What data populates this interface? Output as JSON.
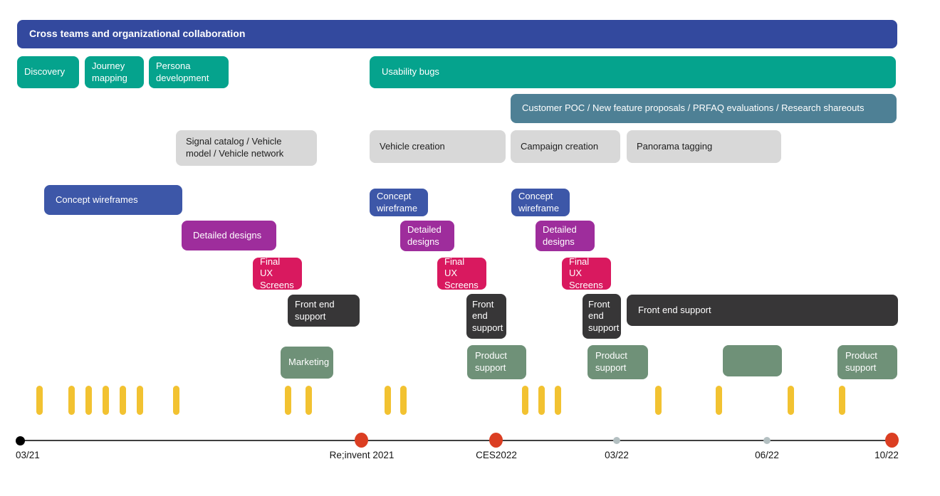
{
  "colors": {
    "header_blue": "#33499E",
    "teal_green": "#05A38D",
    "slate_blue": "#4E8095",
    "light_gray": "#D8D8D8",
    "wireframe_blue": "#3D57A8",
    "design_purple": "#9E2D9C",
    "ux_pink": "#D9195F",
    "support_dark": "#373637",
    "support_sage": "#6F9178",
    "tick_yellow": "#F2C231",
    "milestone_red": "#DB3E22",
    "milestone_gray": "#B3BFC1",
    "milestone_black": "#000000",
    "timeline_line": "#3F3F3F",
    "text_light": "#FFFFFF",
    "text_dark": "#1E1E1E"
  },
  "header": {
    "label": "Cross teams and organizational collaboration"
  },
  "phases": {
    "research": {
      "discovery": "Discovery",
      "journey_mapping": "Journey mapping",
      "persona_development": "Persona development",
      "usability_bugs": "Usability bugs"
    },
    "collaboration": {
      "customer_poc": "Customer POC / New feature proposals / PRFAQ evaluations / Research shareouts"
    },
    "features": {
      "signal_catalog": "Signal catalog / Vehicle model / Vehicle network",
      "vehicle_creation": "Vehicle creation",
      "campaign_creation": "Campaign creation",
      "panorama_tagging": "Panorama tagging"
    },
    "wireframes": [
      "Concept wireframes",
      "Concept wireframe",
      "Concept wireframe"
    ],
    "designs": [
      "Detailed designs",
      "Detailed designs",
      "Detailed designs"
    ],
    "ux_screens": [
      "Final UX Screens",
      "Final UX Screens",
      "Final UX Screens"
    ],
    "front_end": [
      "Front end support",
      "Front end support",
      "Front end support",
      "Front end support"
    ],
    "go_to_market": [
      "Marketing",
      "Product support",
      "Product support",
      "",
      "Product support"
    ]
  },
  "timeline": {
    "milestones": [
      {
        "label": "03/21",
        "type": "start"
      },
      {
        "label": "Re;invent 2021",
        "type": "major"
      },
      {
        "label": "CES2022",
        "type": "major"
      },
      {
        "label": "03/22",
        "type": "minor"
      },
      {
        "label": "06/22",
        "type": "minor"
      },
      {
        "label": "10/22",
        "type": "major"
      }
    ],
    "activity_tick_count": 18
  }
}
